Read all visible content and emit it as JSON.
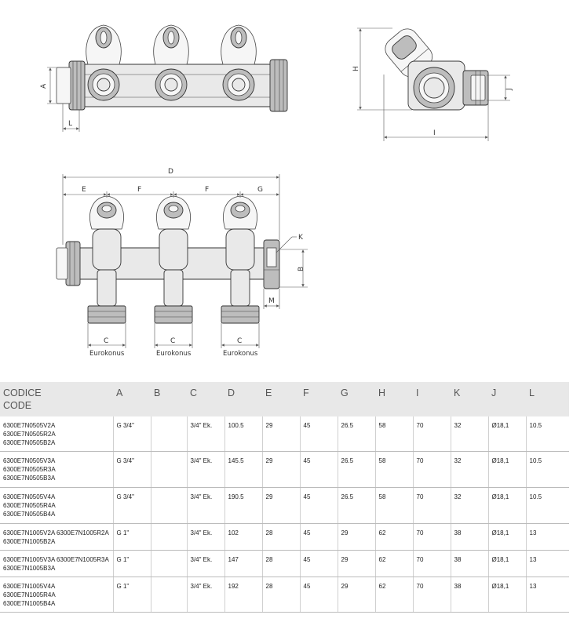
{
  "drawing": {
    "front_labels": {
      "A": "A",
      "L": "L"
    },
    "side_labels": {
      "H": "H",
      "J": "J",
      "I": "I"
    },
    "bottom_labels": {
      "D": "D",
      "E": "E",
      "F1": "F",
      "F2": "F",
      "G": "G",
      "K": "K",
      "B": "B",
      "M": "M",
      "C1": "C",
      "C2": "C",
      "C3": "C",
      "euro1": "Eurokonus",
      "euro2": "Eurokonus",
      "euro3": "Eurokonus"
    }
  },
  "table": {
    "headers": [
      "CODICE\nCODE",
      "A",
      "B",
      "C",
      "D",
      "E",
      "F",
      "G",
      "H",
      "I",
      "K",
      "J",
      "L"
    ],
    "rows": [
      {
        "codes": [
          "6300E7N0505V2A",
          "6300E7N0505R2A",
          "6300E7N0505B2A"
        ],
        "A": "G 3/4\"",
        "B": "",
        "C": "3/4\" Ek.",
        "D": "100.5",
        "E": "29",
        "F": "45",
        "G": "26.5",
        "H": "58",
        "I": "70",
        "K": "32",
        "J": "Ø18,1",
        "L": "10.5"
      },
      {
        "codes": [
          "6300E7N0505V3A",
          "6300E7N0505R3A",
          "6300E7N0505B3A"
        ],
        "A": "G 3/4\"",
        "B": "",
        "C": "3/4\" Ek.",
        "D": "145.5",
        "E": "29",
        "F": "45",
        "G": "26.5",
        "H": "58",
        "I": "70",
        "K": "32",
        "J": "Ø18,1",
        "L": "10.5"
      },
      {
        "codes": [
          "6300E7N0505V4A",
          "6300E7N0505R4A",
          "6300E7N0505B4A"
        ],
        "A": "G 3/4\"",
        "B": "",
        "C": "3/4\" Ek.",
        "D": "190.5",
        "E": "29",
        "F": "45",
        "G": "26.5",
        "H": "58",
        "I": "70",
        "K": "32",
        "J": "Ø18,1",
        "L": "10.5"
      },
      {
        "codes": [
          "6300E7N1005V2A 6300E7N1005R2A",
          "6300E7N1005B2A"
        ],
        "A": "G 1\"",
        "B": "",
        "C": "3/4\" Ek.",
        "D": "102",
        "E": "28",
        "F": "45",
        "G": "29",
        "H": "62",
        "I": "70",
        "K": "38",
        "J": "Ø18,1",
        "L": "13"
      },
      {
        "codes": [
          "6300E7N1005V3A 6300E7N1005R3A",
          "6300E7N1005B3A"
        ],
        "A": "G 1\"",
        "B": "",
        "C": "3/4\" Ek.",
        "D": "147",
        "E": "28",
        "F": "45",
        "G": "29",
        "H": "62",
        "I": "70",
        "K": "38",
        "J": "Ø18,1",
        "L": "13"
      },
      {
        "codes": [
          "6300E7N1005V4A",
          "6300E7N1005R4A",
          "6300E7N1005B4A"
        ],
        "A": "G 1\"",
        "B": "",
        "C": "3/4\" Ek.",
        "D": "192",
        "E": "28",
        "F": "45",
        "G": "29",
        "H": "62",
        "I": "70",
        "K": "38",
        "J": "Ø18,1",
        "L": "13"
      }
    ]
  }
}
